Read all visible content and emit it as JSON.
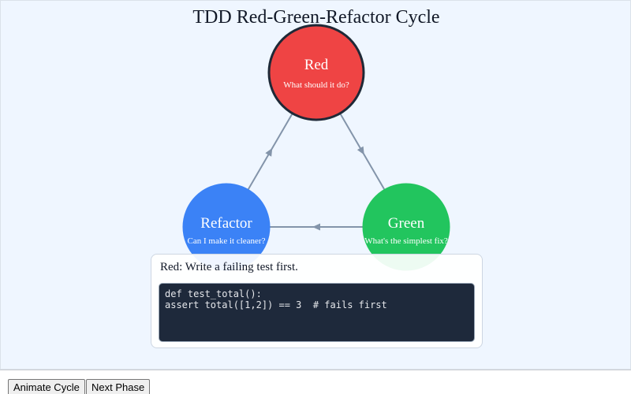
{
  "diagram": {
    "title": "TDD Red-Green-Refactor Cycle",
    "nodes": [
      {
        "id": "red",
        "label": "Red",
        "subtitle": "What should it do?",
        "color": "#ef4444"
      },
      {
        "id": "green",
        "label": "Green",
        "subtitle": "What's the simplest fix?",
        "color": "#22c55e"
      },
      {
        "id": "refactor",
        "label": "Refactor",
        "subtitle": "Can I make it cleaner?",
        "color": "#3b82f6"
      }
    ],
    "edges": [
      {
        "from": "red",
        "to": "green"
      },
      {
        "from": "green",
        "to": "refactor"
      },
      {
        "from": "refactor",
        "to": "red"
      }
    ],
    "active_node": "red",
    "colors": {
      "background": "#eff6ff",
      "edge": "#8394aa",
      "active_outline": "#1f2937"
    }
  },
  "panel": {
    "caption": "Red: Write a failing test first.",
    "code": [
      "def test_total():",
      "assert total([1,2]) == 3  # fails first"
    ]
  },
  "controls": {
    "animate_label": "Animate Cycle",
    "next_label": "Next Phase"
  }
}
